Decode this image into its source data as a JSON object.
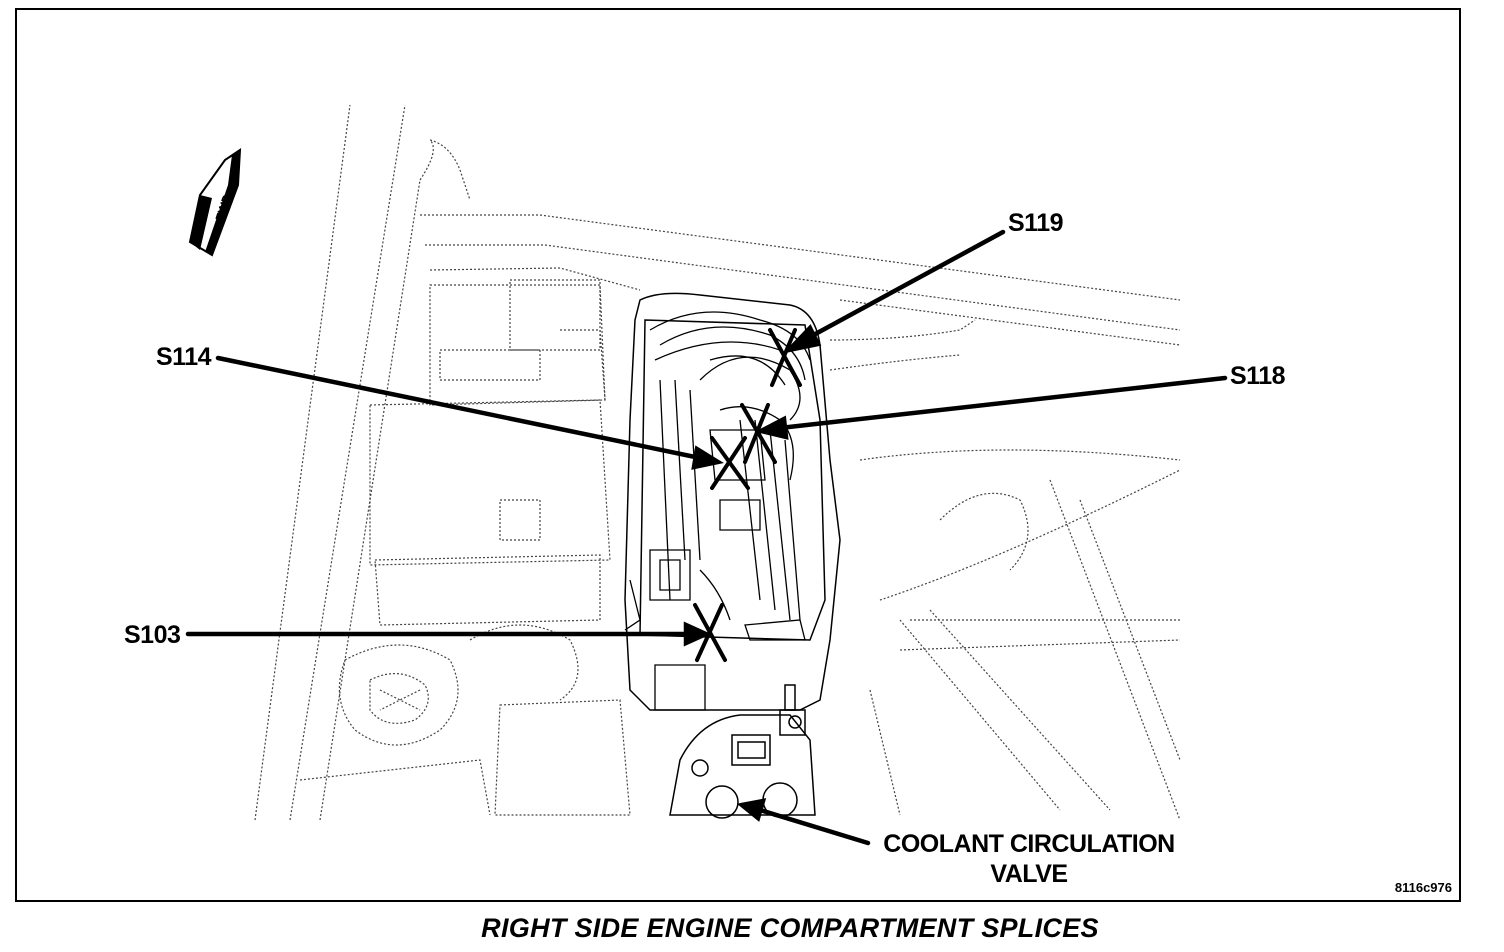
{
  "callouts": {
    "s119": "S119",
    "s118": "S118",
    "s114": "S114",
    "s103": "S103",
    "coolant_line1": "COOLANT CIRCULATION",
    "coolant_line2": "VALVE"
  },
  "fwd_label": "FWD",
  "figure_code": "8116c976",
  "caption": "RIGHT SIDE ENGINE COMPARTMENT SPLICES",
  "colors": {
    "ink": "#000000",
    "background": "#ffffff"
  }
}
